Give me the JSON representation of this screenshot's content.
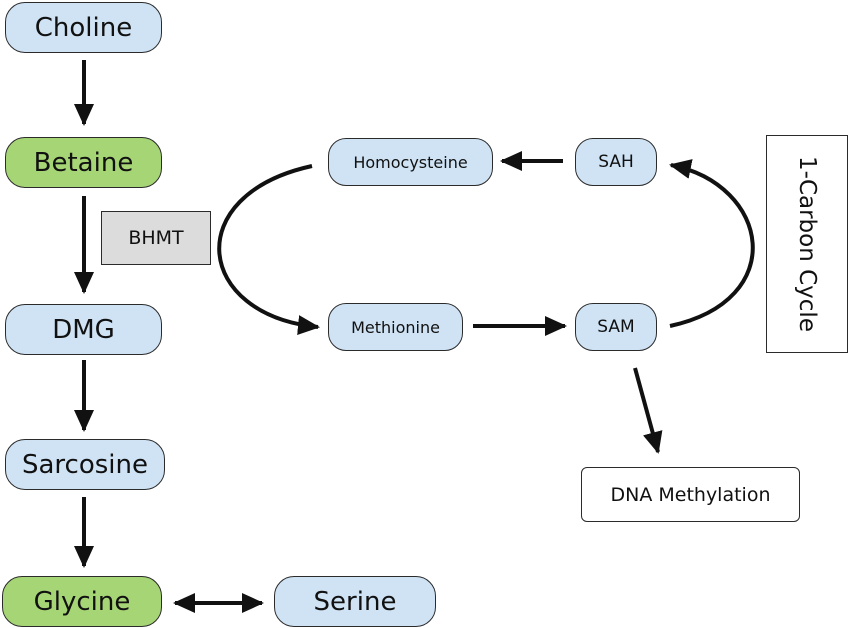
{
  "left_pathway": {
    "choline": "Choline",
    "betaine": "Betaine",
    "dmg": "DMG",
    "sarcosine": "Sarcosine",
    "glycine": "Glycine",
    "serine": "Serine"
  },
  "enzyme": {
    "bhmt": "BHMT"
  },
  "cycle": {
    "homocysteine": "Homocysteine",
    "sah": "SAH",
    "methionine": "Methionine",
    "sam": "SAM",
    "label": "1-Carbon Cycle"
  },
  "output": {
    "dna_methylation": "DNA Methylation"
  },
  "colors": {
    "blue_node": "#cfe3f5",
    "green_node": "#a6d576",
    "enzyme_box": "#dcdcdc",
    "arrow": "#111111"
  }
}
